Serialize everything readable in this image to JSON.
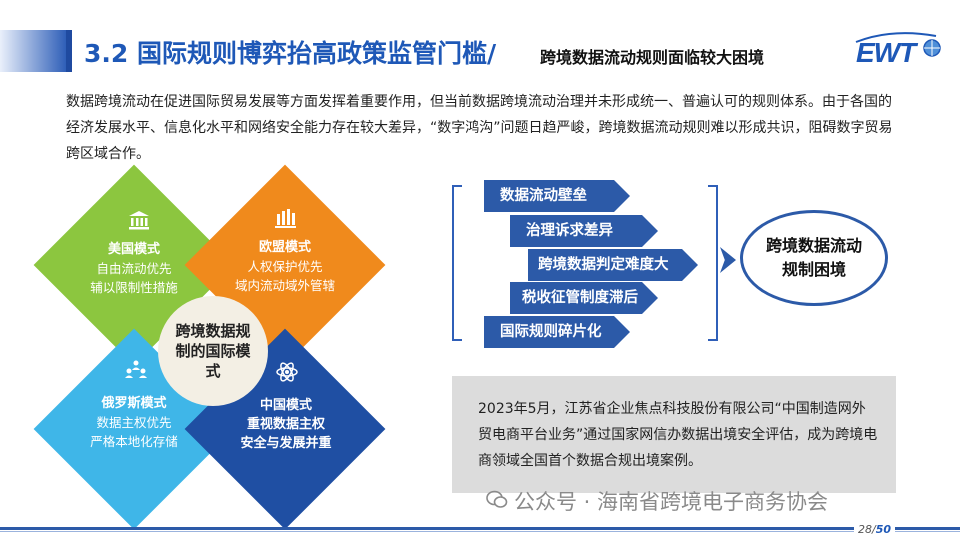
{
  "header": {
    "title": "3.2 国际规则博弈抬高政策监管门槛/",
    "subtitle": "跨境数据流动规则面临较大困境",
    "logo_text": "EWT"
  },
  "intro": "数据跨境流动在促进国际贸易发展等方面发挥着重要作用，但当前数据跨境流动治理并未形成统一、普遍认可的规则体系。由于各国的经济发展水平、信息化水平和网络安全能力存在较大差异，“数字鸿沟”问题日趋严峻，跨境数据流动规则难以形成共识，阻碍数字贸易跨区域合作。",
  "models": {
    "center": "跨境数据规制的国际模式",
    "usa": {
      "title": "美国模式",
      "l1": "自由流动优先",
      "l2": "辅以限制性措施",
      "color": "#8cc63f",
      "icon": "bank-icon"
    },
    "eu": {
      "title": "欧盟模式",
      "l1": "人权保护优先",
      "l2": "域内流动域外管辖",
      "color": "#f08a1c",
      "icon": "bar-chart-icon"
    },
    "russia": {
      "title": "俄罗斯模式",
      "l1": "数据主权优先",
      "l2": "严格本地化存储",
      "color": "#3fb6e8",
      "icon": "people-icon"
    },
    "china": {
      "title": "中国模式",
      "l1": "重视数据主权",
      "l2": "安全与发展并重",
      "color": "#1f4fa3",
      "icon": "atom-icon"
    }
  },
  "difficulties": {
    "items": [
      "数据流动壁垒",
      "治理诉求差异",
      "跨境数据判定难度大",
      "税收征管制度滞后",
      "国际规则碎片化"
    ],
    "result": "跨境数据流动规制困境"
  },
  "case_box": "2023年5月，江苏省企业焦点科技股份有限公司“中国制造网外贸电商平台业务”通过国家网信办数据出境安全评估，成为跨境电商领域全国首个数据合规出境案例。",
  "watermark": "公众号 · 海南省跨境电子商务协会",
  "page": {
    "current": "28",
    "total": "50"
  },
  "colors": {
    "accent": "#1e58b7",
    "tag": "#2c5aa8"
  }
}
